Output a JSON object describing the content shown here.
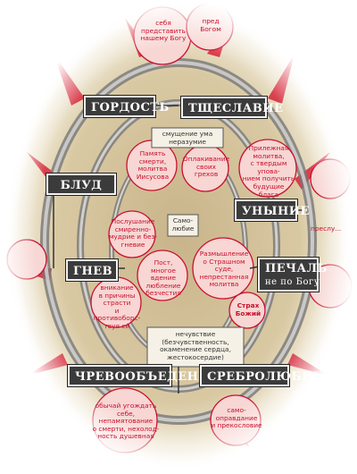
{
  "passions": {
    "pride": "ГОРДОСТЬ",
    "vainglory": "ТЩЕСЛАВИЕ",
    "fornication": "БЛУД",
    "despondency": "УНЫНИЕ",
    "anger": "ГНЕВ",
    "sorrow": "ПЕЧАЛЬ",
    "sorrow_sub": "не по Богу",
    "gluttony": "ЧРЕВООБЪЕДЕНИЕ",
    "avarice": "СРЕБРОЛЮБИЕ"
  },
  "notes": {
    "top_a": "себя\nпредставить\nнашему Богу",
    "top_b": "пред\nБогом",
    "confusion": "смущение ума\nнеразумие",
    "memory_death": "Память\nсмерти,\nмолитва\nИисусова",
    "mourning_sins": "Оплакивание\nсвоих\nгрехов",
    "prayer_patience": "Прилежная\nмолитва,\nс твердым упова-\nнием получить\nбудущие\nблага",
    "obedience": "Послушание\nсмиренно-\nмудрие и без-\nгневие",
    "self_love": "Само-\nлюбие",
    "fasting": "Пост,\nмногое вдение\nлюбление\nбезчестия",
    "judgment": "Размышление\nо Страшном\nсуде,\nнепрестанная\nмолитва",
    "fear_god": "Страх\nБожий",
    "cause_passion": "вникание\nв причины\nстрасти\nи противоборс-\nтвуя ей",
    "insensibility": "нечувствие\n(безчувственность,\nокаменение сердца,\nжестокосердие)",
    "please_body": "обычай угождать\nсебе, непамятование\nо смерти, нехолод-\nность душевная",
    "self_justify": "само-\nоправдание\nи прекословие",
    "edge_right": "преслу..."
  }
}
